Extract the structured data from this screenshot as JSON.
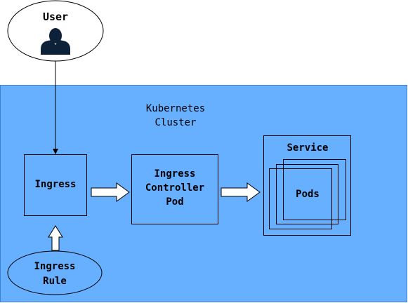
{
  "user": {
    "label": "User"
  },
  "cluster": {
    "line1": "Kubernetes",
    "line2": "Cluster"
  },
  "ingress": {
    "label": "Ingress"
  },
  "controller": {
    "line1": "Ingress",
    "line2": "Controller",
    "line3": "Pod"
  },
  "service": {
    "label": "Service"
  },
  "pods": {
    "label": "Pods"
  },
  "rule": {
    "line1": "Ingress",
    "line2": "Rule"
  },
  "icons": {
    "user": "person-silhouette-icon"
  },
  "colors": {
    "cluster_fill": "#66b0ff",
    "box_stroke": "#000000",
    "background": "#ffffff"
  }
}
